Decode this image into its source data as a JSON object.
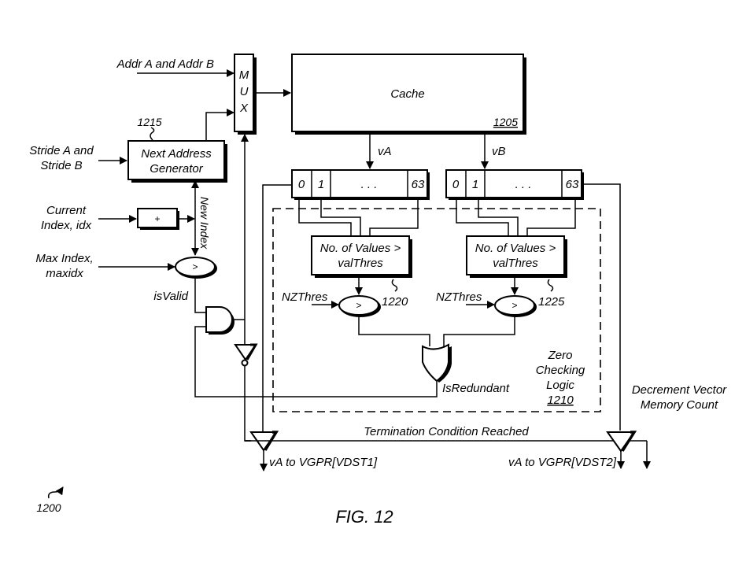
{
  "figure": {
    "caption": "FIG. 12",
    "ref": "1200"
  },
  "inputs": {
    "addr": "Addr A and Addr B",
    "stride_line1": "Stride A and",
    "stride_line2": "Stride B",
    "current_line1": "Current",
    "current_line2": "Index, idx",
    "max_line1": "Max Index,",
    "max_line2": "maxidx"
  },
  "blocks": {
    "mux": [
      "M",
      "U",
      "X"
    ],
    "cache": {
      "label": "Cache",
      "ref": "1205"
    },
    "next_addr": {
      "line1": "Next Address",
      "line2": "Generator",
      "ref": "1215"
    },
    "adder": "+",
    "comparator": ">",
    "reg_a_cells": [
      "0",
      "1",
      ". . .",
      "63"
    ],
    "reg_b_cells": [
      "0",
      "1",
      ". . .",
      "63"
    ],
    "count_a": {
      "line1": "No. of Values >",
      "line2": "valThres",
      "ref": "1220"
    },
    "count_b": {
      "line1": "No. of Values >",
      "line2": "valThres",
      "ref": "1225"
    },
    "zero_logic": {
      "line1": "Zero",
      "line2": "Checking",
      "line3": "Logic",
      "ref": "1210"
    }
  },
  "signals": {
    "va": "vA",
    "vb": "vB",
    "new_index": "New Index",
    "is_valid": "isValid",
    "nzthres": "NZThres",
    "is_redundant": "IsRedundant",
    "termination": "Termination Condition Reached",
    "decrement_line1": "Decrement Vector",
    "decrement_line2": "Memory Count",
    "out1": "vA to VGPR[VDST1]",
    "out2": "vA to VGPR[VDST2]"
  }
}
